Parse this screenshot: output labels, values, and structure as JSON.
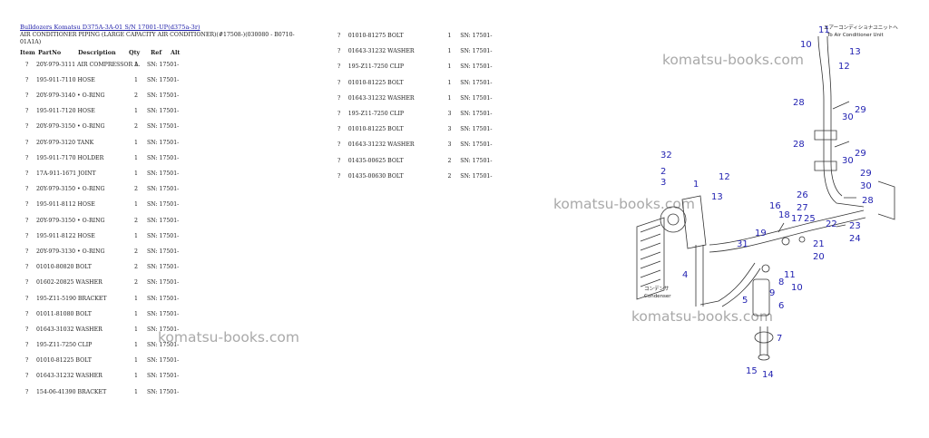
{
  "breadcrumb": "Bulldozers Komatsu D375A-3A-01 S/N 17001-UP(d375a-3r)",
  "section_title": "AIR CONDITIONER PIPING (LARGE CAPACITY AIR CONDITIONER)(#17508-)(030080 - B0710-01A1A)",
  "columns": {
    "item": "Item",
    "part_no": "PartNo",
    "description": "Description",
    "qty": "Qty",
    "ref": "Ref",
    "alt": "Alt"
  },
  "left_rows": [
    {
      "item": "?",
      "part": "20Y-979-3111 AIR COMPRESSOR A.",
      "qty": "1",
      "sn": "SN: 17501-"
    },
    {
      "item": "?",
      "part": "195-911-7110 HOSE",
      "qty": "1",
      "sn": "SN: 17501-"
    },
    {
      "item": "?",
      "part": "20Y-979-3140 • O-RING",
      "qty": "2",
      "sn": "SN: 17501-"
    },
    {
      "item": "?",
      "part": "195-911-7120 HOSE",
      "qty": "1",
      "sn": "SN: 17501-"
    },
    {
      "item": "?",
      "part": "20Y-979-3150 • O-RING",
      "qty": "2",
      "sn": "SN: 17501-"
    },
    {
      "item": "?",
      "part": "20Y-979-3120 TANK",
      "qty": "1",
      "sn": "SN: 17501-"
    },
    {
      "item": "?",
      "part": "195-911-7170 HOLDER",
      "qty": "1",
      "sn": "SN: 17501-"
    },
    {
      "item": "?",
      "part": "17A-911-1671 JOINT",
      "qty": "1",
      "sn": "SN: 17501-"
    },
    {
      "item": "?",
      "part": "20Y-979-3150 • O-RING",
      "qty": "2",
      "sn": "SN: 17501-"
    },
    {
      "item": "?",
      "part": "195-911-8112 HOSE",
      "qty": "1",
      "sn": "SN: 17501-"
    },
    {
      "item": "?",
      "part": "20Y-979-3150 • O-RING",
      "qty": "2",
      "sn": "SN: 17501-"
    },
    {
      "item": "?",
      "part": "195-911-8122 HOSE",
      "qty": "1",
      "sn": "SN: 17501-"
    },
    {
      "item": "?",
      "part": "20Y-979-3130 • O-RING",
      "qty": "2",
      "sn": "SN: 17501-"
    },
    {
      "item": "?",
      "part": "01010-80820  BOLT",
      "qty": "2",
      "sn": "SN: 17501-"
    },
    {
      "item": "?",
      "part": "01602-20825  WASHER",
      "qty": "2",
      "sn": "SN: 17501-"
    },
    {
      "item": "?",
      "part": "195-Z11-5190 BRACKET",
      "qty": "1",
      "sn": "SN: 17501-"
    },
    {
      "item": "?",
      "part": "01011-81080  BOLT",
      "qty": "1",
      "sn": "SN: 17501-"
    },
    {
      "item": "?",
      "part": "01643-31032  WASHER",
      "qty": "1",
      "sn": "SN: 17501-"
    },
    {
      "item": "?",
      "part": "195-Z11-7250 CLIP",
      "qty": "1",
      "sn": "SN: 17501-"
    },
    {
      "item": "?",
      "part": "01010-81225  BOLT",
      "qty": "1",
      "sn": "SN: 17501-"
    },
    {
      "item": "?",
      "part": "01643-31232  WASHER",
      "qty": "1",
      "sn": "SN: 17501-"
    },
    {
      "item": "?",
      "part": "154-06-41390 BRACKET",
      "qty": "1",
      "sn": "SN: 17501-"
    }
  ],
  "right_rows": [
    {
      "item": "?",
      "part": "01010-81275  BOLT",
      "qty": "1",
      "sn": "SN: 17501-"
    },
    {
      "item": "?",
      "part": "01643-31232  WASHER",
      "qty": "1",
      "sn": "SN: 17501-"
    },
    {
      "item": "?",
      "part": "195-Z11-7250 CLIP",
      "qty": "1",
      "sn": "SN: 17501-"
    },
    {
      "item": "?",
      "part": "01010-81225  BOLT",
      "qty": "1",
      "sn": "SN: 17501-"
    },
    {
      "item": "?",
      "part": "01643-31232  WASHER",
      "qty": "1",
      "sn": "SN: 17501-"
    },
    {
      "item": "?",
      "part": "195-Z11-7250 CLIP",
      "qty": "3",
      "sn": "SN: 17501-"
    },
    {
      "item": "?",
      "part": "01010-81225  BOLT",
      "qty": "3",
      "sn": "SN: 17501-"
    },
    {
      "item": "?",
      "part": "01643-31232  WASHER",
      "qty": "3",
      "sn": "SN: 17501-"
    },
    {
      "item": "?",
      "part": "01435-00625  BOLT",
      "qty": "2",
      "sn": "SN: 17501-"
    },
    {
      "item": "?",
      "part": "01435-00630  BOLT",
      "qty": "2",
      "sn": "SN: 17501-"
    }
  ],
  "watermark": "komatsu-books.com",
  "diagram": {
    "callouts": [
      "1",
      "2",
      "3",
      "4",
      "5",
      "6",
      "7",
      "8",
      "9",
      "10",
      "11",
      "12",
      "13",
      "14",
      "15",
      "16",
      "17",
      "18",
      "19",
      "20",
      "21",
      "22",
      "23",
      "24",
      "25",
      "26",
      "27",
      "28",
      "29",
      "30",
      "31",
      "32"
    ],
    "jp_condenser": "コンデンサ",
    "condenser_label": "Condenser",
    "jp_to_ac_unit": "エアーコンディショナユニットへ",
    "to_ac_unit_label": "To Air Conditioner Unit",
    "line_color": "#333333",
    "callout_color": "#1f1fb0"
  }
}
